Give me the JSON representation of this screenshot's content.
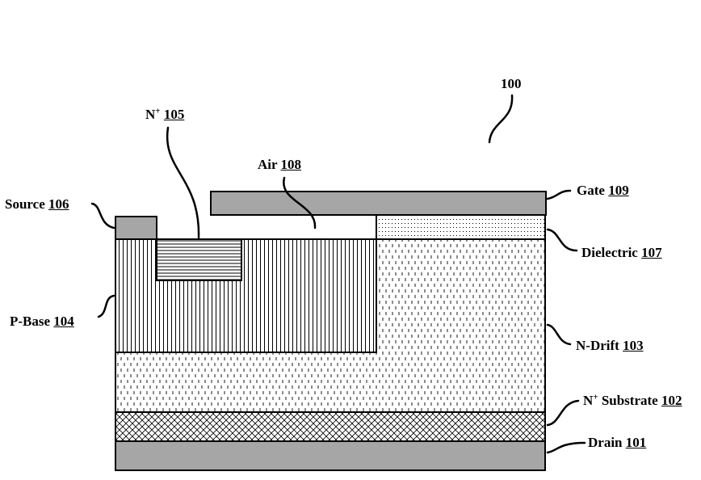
{
  "figure": {
    "ref": "100"
  },
  "labels": {
    "source": {
      "text": "Source",
      "num": "106"
    },
    "nplus": {
      "text": "N",
      "sup": "+",
      "num": "105"
    },
    "air": {
      "text": "Air",
      "num": "108"
    },
    "gate": {
      "text": "Gate",
      "num": "109"
    },
    "dielectric": {
      "text": "Dielectric",
      "num": "107"
    },
    "pbase": {
      "text": "P-Base",
      "num": "104"
    },
    "ndrift": {
      "text": "N-Drift",
      "num": "103"
    },
    "substrate": {
      "text": "Substrate",
      "prefix": "N",
      "sup": "+",
      "num": "102"
    },
    "drain": {
      "text": "Drain",
      "num": "101"
    }
  },
  "colors": {
    "metal": "#a6a6a6",
    "outline": "#000000",
    "background": "#ffffff"
  }
}
